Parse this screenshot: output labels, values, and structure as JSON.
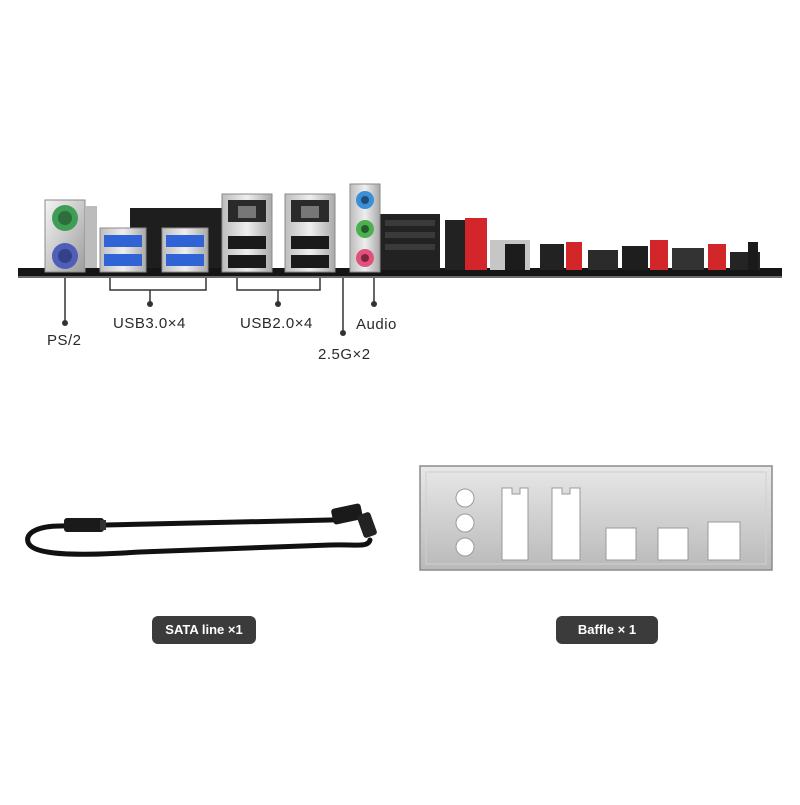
{
  "callouts": {
    "ps2": "PS/2",
    "usb3": "USB3.0×4",
    "usb2": "USB2.0×4",
    "lan": "2.5G×2",
    "audio": "Audio"
  },
  "accessories": {
    "sata": "SATA line ×1",
    "baffle": "Baffle × 1"
  },
  "colors": {
    "pill_bg": "#3b3b3b",
    "ps2_mouse": "#3f9e55",
    "ps2_keyboard": "#4e5fb8",
    "usb3_blue": "#2f63d6",
    "audio_blue": "#3a8fd8",
    "audio_green": "#4caf50",
    "audio_pink": "#e0527a",
    "accent_red": "#d3262b"
  }
}
